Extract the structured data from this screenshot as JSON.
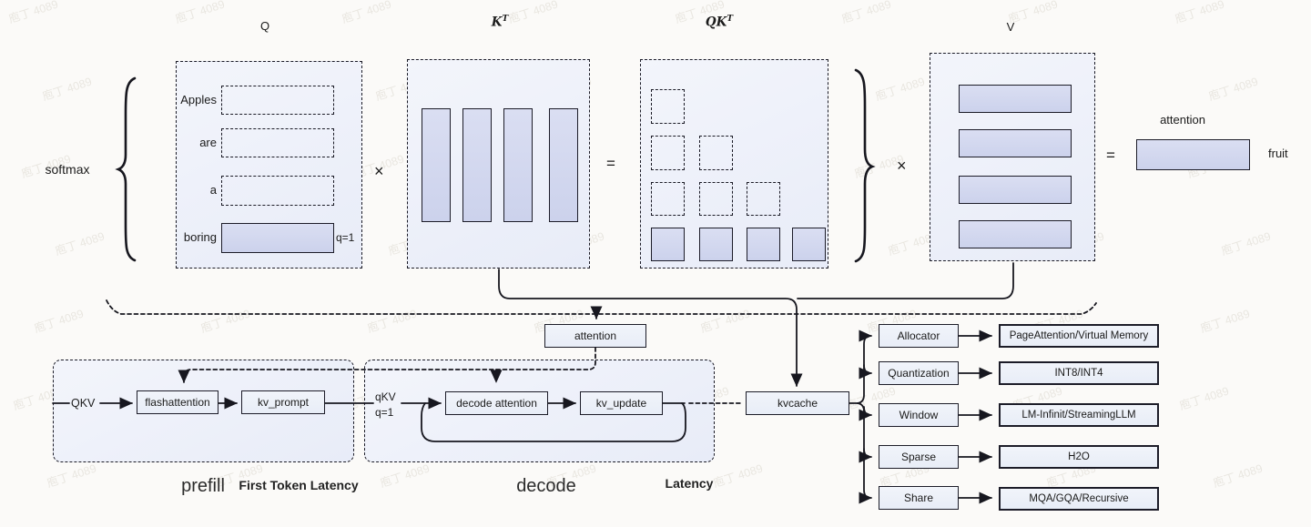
{
  "watermark": {
    "text": "庖丁 4089"
  },
  "colors": {
    "background": "#fbfaf8",
    "panel_fill": "#ecf0f9",
    "bar_fill": "#d3d8ef",
    "box_fill": "#eef1f9",
    "line": "#17171f"
  },
  "top": {
    "softmax_label": "softmax",
    "operators": {
      "times": "×",
      "equals": "="
    },
    "q": {
      "title": "Q",
      "rows": [
        {
          "label": "Apples"
        },
        {
          "label": "are"
        },
        {
          "label": "a"
        },
        {
          "label": "boring"
        }
      ],
      "q1_label": "q=1"
    },
    "kt": {
      "base": "K",
      "sup": "T"
    },
    "qkt": {
      "base": "QK",
      "sup": "T"
    },
    "v": {
      "title": "V"
    },
    "attention_label": "attention",
    "fruit_label": "fruit"
  },
  "bottom": {
    "attention_box": "attention",
    "prefill": {
      "qkv": "QKV",
      "flashattention": "flashattention",
      "kv_prompt": "kv_prompt",
      "caption": "prefill",
      "latency": "First Token Latency"
    },
    "decode": {
      "qkv": "qKV",
      "q1": "q=1",
      "decode_attention": "decode attention",
      "kv_update": "kv_update",
      "caption": "decode",
      "latency": "Latency"
    },
    "kvcache": "kvcache",
    "branches": [
      {
        "label": "Allocator",
        "target": "PageAttention/Virtual Memory"
      },
      {
        "label": "Quantization",
        "target": "INT8/INT4"
      },
      {
        "label": "Window",
        "target": "LM-Infinit/StreamingLLM"
      },
      {
        "label": "Sparse",
        "target": "H2O"
      },
      {
        "label": "Share",
        "target": "MQA/GQA/Recursive"
      }
    ]
  }
}
